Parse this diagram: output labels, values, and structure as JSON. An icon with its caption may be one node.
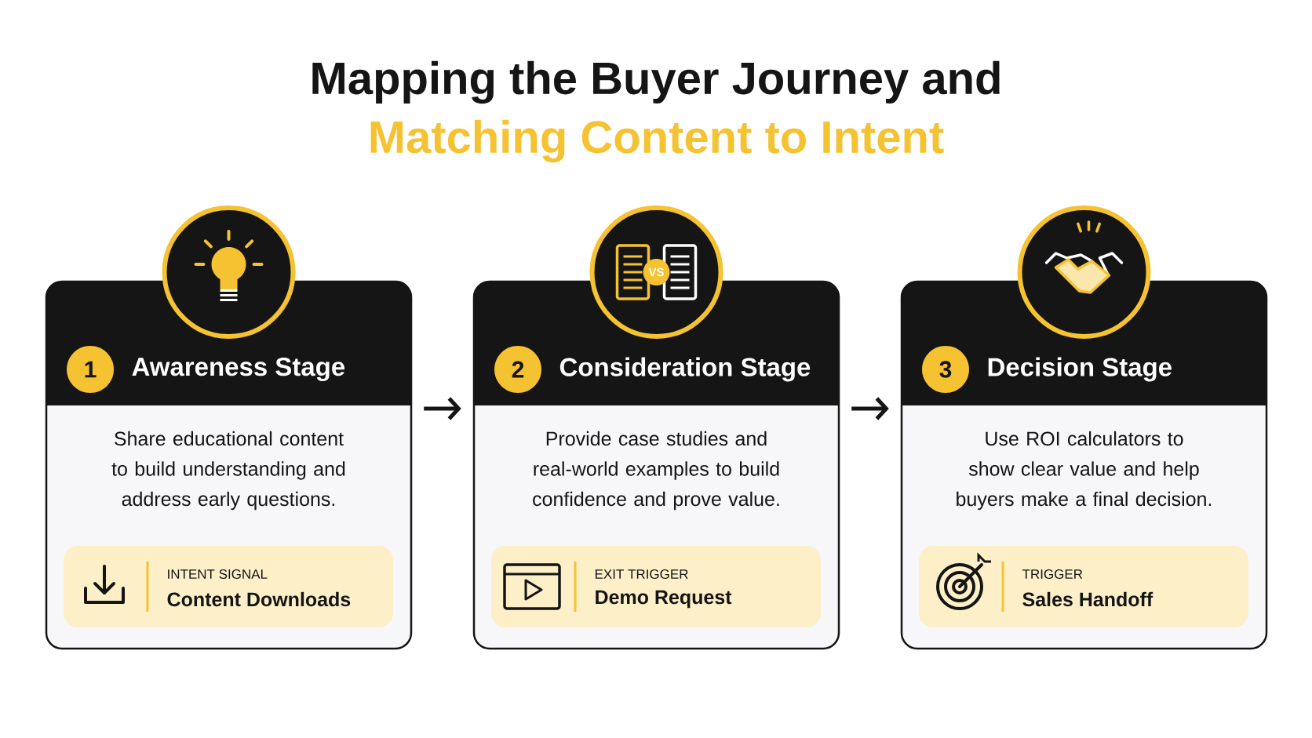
{
  "diagram": {
    "title": "Mapping the Buyer Journey and",
    "nodes": [
      {
        "text": [
          "1",
          "Awareness Stage",
          "Share educational content to build understanding and address early questions."
        ]
      },
      {
        "text": [
          "INTENT SIGNAL",
          "Content Downloads"
        ],
        "in": 0
      },
      {
        "text": [
          "2",
          "Consideration Stage",
          "Provide case studies and real-world examples to build confidence and prove value."
        ]
      },
      {
        "text": [
          "EXIT TRIGGER",
          "Demo Request"
        ],
        "in": 2
      },
      {
        "text": [
          "3",
          "Decision Stage",
          "Use ROI calculators to show clear value and help buyers make a final decision."
        ]
      },
      {
        "text": [
          "TRIGGER",
          "Sales Handoff"
        ],
        "in": 4
      }
    ],
    "edges": [
      {
        "from": 0,
        "to": 2,
        "arrow": "to"
      },
      {
        "from": 2,
        "to": 4,
        "arrow": "to"
      }
    ],
    "labels": [
      "Matching Content to Intent",
      "VS"
    ]
  }
}
